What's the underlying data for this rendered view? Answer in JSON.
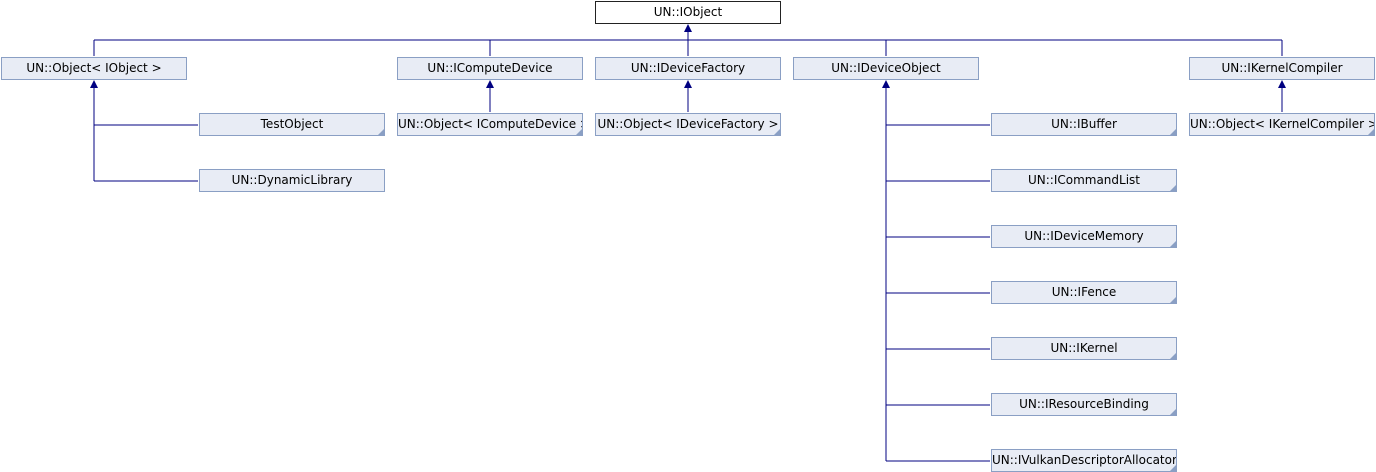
{
  "root": {
    "label": "UN::IObject"
  },
  "children": [
    {
      "label": "UN::Object< IObject >",
      "subclasses": [
        {
          "label": "TestObject"
        },
        {
          "label": "UN::DynamicLibrary"
        }
      ]
    },
    {
      "label": "UN::IComputeDevice",
      "subclasses": [
        {
          "label": "UN::Object< IComputeDevice >"
        }
      ]
    },
    {
      "label": "UN::IDeviceFactory",
      "subclasses": [
        {
          "label": "UN::Object< IDeviceFactory >"
        }
      ]
    },
    {
      "label": "UN::IDeviceObject",
      "subclasses": [
        {
          "label": "UN::IBuffer"
        },
        {
          "label": "UN::ICommandList"
        },
        {
          "label": "UN::IDeviceMemory"
        },
        {
          "label": "UN::IFence"
        },
        {
          "label": "UN::IKernel"
        },
        {
          "label": "UN::IResourceBinding"
        },
        {
          "label": "UN::IVulkanDescriptorAllocator"
        }
      ]
    },
    {
      "label": "UN::IKernelCompiler",
      "subclasses": [
        {
          "label": "UN::Object< IKernelCompiler >"
        }
      ]
    }
  ],
  "colors": {
    "edge": "#000080",
    "node_fill": "#e8ecf5",
    "node_border": "#8a9fc4",
    "root_border": "#222222"
  }
}
